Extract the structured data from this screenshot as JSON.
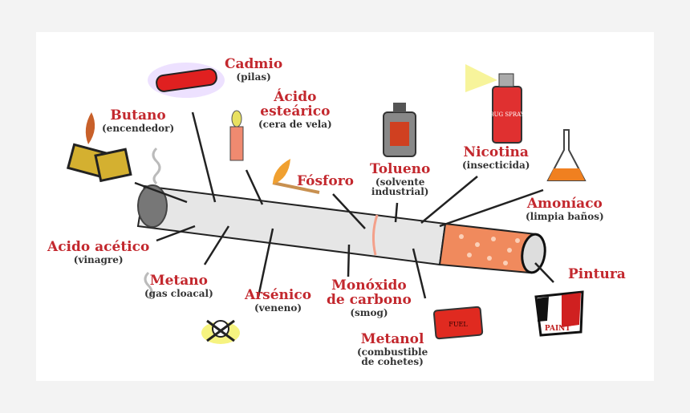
{
  "colors": {
    "label": "#c3282e",
    "sublabel": "#333333",
    "filter": "#f08a5d",
    "paper": "#e8e8e8"
  },
  "labels": [
    {
      "title": "Cadmio",
      "sub": [
        "(pilas)"
      ],
      "icon": "battery-icon"
    },
    {
      "title": "Butano",
      "sub": [
        "(encendedor)"
      ],
      "icon": "lighter-icon"
    },
    {
      "title": "Ácido\nesteárico",
      "sub": [
        "(cera de vela)"
      ],
      "icon": "candle-icon"
    },
    {
      "title": "Fósforo",
      "sub": [],
      "icon": "match-icon"
    },
    {
      "title": "Tolueno",
      "sub": [
        "(solvente",
        "industrial)"
      ],
      "icon": "solvent-can-icon"
    },
    {
      "title": "Nicotina",
      "sub": [
        "(insecticida)"
      ],
      "icon": "bug-spray-icon"
    },
    {
      "title": "Amoníaco",
      "sub": [
        "(limpia baños)"
      ],
      "icon": "flask-icon"
    },
    {
      "title": "Acido acético",
      "sub": [
        "(vinagre)"
      ],
      "icon": ""
    },
    {
      "title": "Metano",
      "sub": [
        "(gas cloacal)"
      ],
      "icon": "gas-icon"
    },
    {
      "title": "Arsénico",
      "sub": [
        "(veneno)"
      ],
      "icon": "skull-icon"
    },
    {
      "title": "Monóxido\nde carbono",
      "sub": [
        "(smog)"
      ],
      "icon": ""
    },
    {
      "title": "Metanol",
      "sub": [
        "(combustible",
        "de cohetes)"
      ],
      "icon": "fuel-can-icon"
    },
    {
      "title": "Pintura",
      "sub": [],
      "icon": "paint-can-icon"
    }
  ],
  "icon_text": {
    "bug_spray": "BUG SPRAY",
    "fuel": "FUEL",
    "paint": "PAINT"
  }
}
